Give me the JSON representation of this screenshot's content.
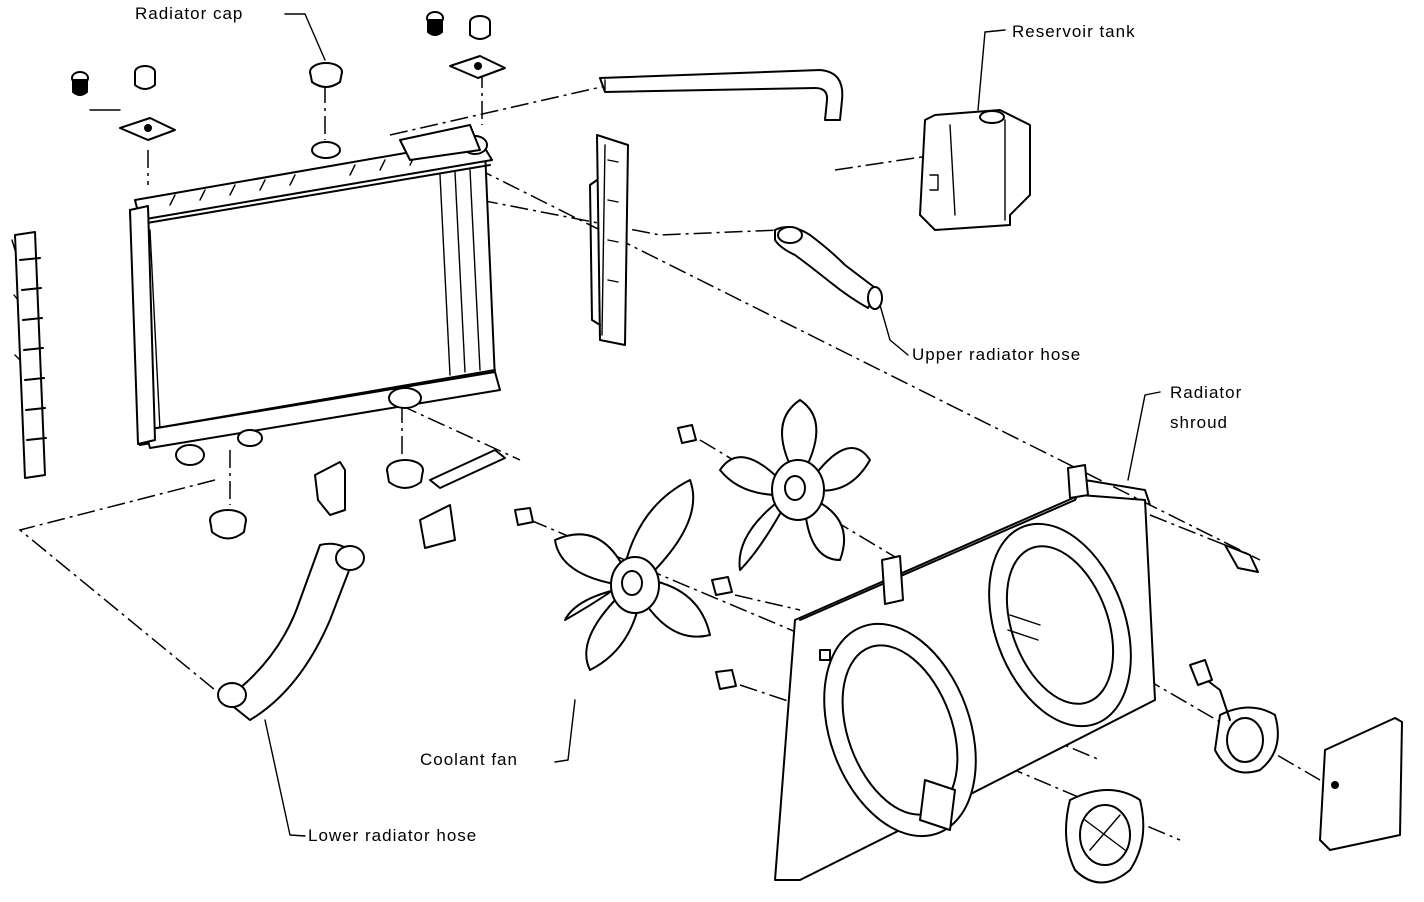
{
  "labels": {
    "radiator_cap": "Radiator cap",
    "reservoir_tank": "Reservoir tank",
    "upper_radiator_hose": "Upper radiator hose",
    "radiator_shroud_line1": "Radiator",
    "radiator_shroud_line2": "shroud",
    "coolant_fan": "Coolant fan",
    "lower_radiator_hose": "Lower radiator hose"
  }
}
